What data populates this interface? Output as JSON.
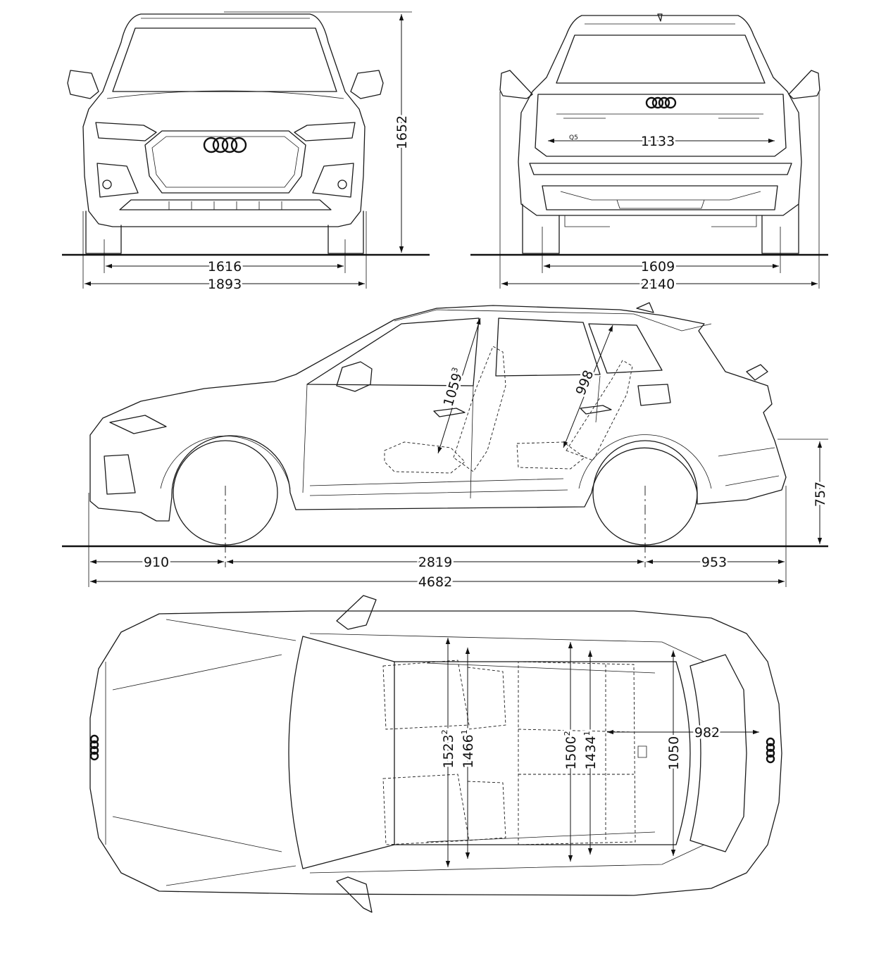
{
  "dimensions": {
    "front_height": "1652",
    "front_track": "1616",
    "front_width": "1893",
    "rear_width_mirrors": "2140",
    "rear_track": "1609",
    "tailgate_width": "1133",
    "front_headroom": "1059",
    "front_headroom_note": "3",
    "rear_headroom": "998",
    "front_overhang": "910",
    "wheelbase": "2819",
    "rear_overhang": "953",
    "length": "4682",
    "loading_height": "757",
    "front_shoulder": "1523",
    "front_shoulder_note": "2",
    "front_elbow": "1466",
    "front_elbow_note": "1",
    "rear_shoulder": "1500",
    "rear_shoulder_note": "2",
    "rear_elbow": "1434",
    "rear_elbow_note": "1",
    "cargo_length": "982",
    "cargo_width": "1050"
  },
  "badge": {
    "model": "Q5"
  },
  "icons": [
    "four-rings-logo-icon"
  ],
  "colors": {
    "line": "#111111",
    "background": "#ffffff"
  }
}
